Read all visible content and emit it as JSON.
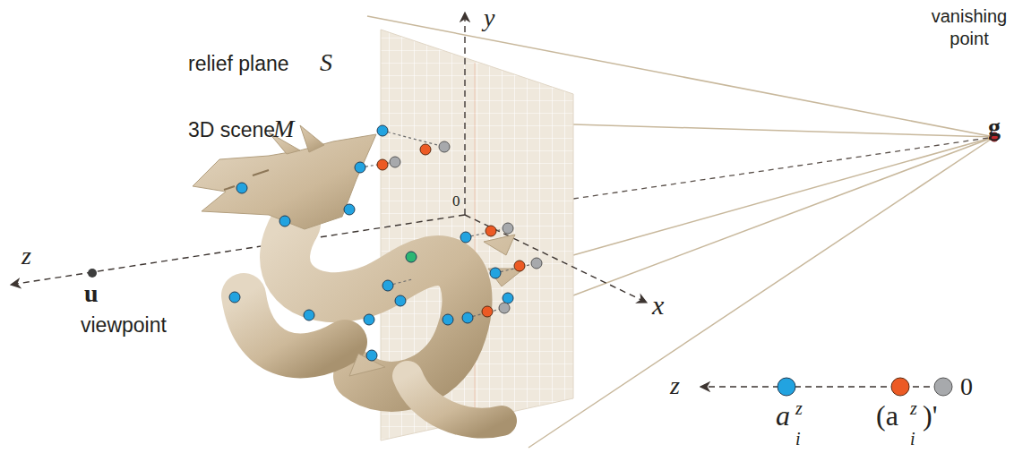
{
  "diagram": {
    "labels": [
      "relief plane",
      "S",
      "3D scene",
      "M",
      "vanishing point",
      "g",
      "y",
      "0",
      "z",
      "u",
      "viewpoint",
      "x",
      "z",
      "0",
      "a",
      "i",
      "z",
      "(a",
      "i",
      "z",
      ")'"
    ]
  }
}
